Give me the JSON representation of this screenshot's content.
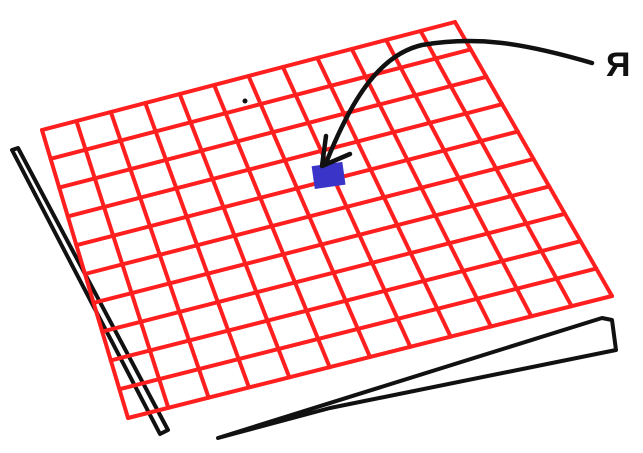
{
  "diagram": {
    "label": "Я",
    "colors": {
      "grid": "#ff1f1f",
      "marker": "#3a35c8",
      "outline": "#111111",
      "background": "#ffffff"
    },
    "grid": {
      "rows": 10,
      "columns": 12
    }
  }
}
